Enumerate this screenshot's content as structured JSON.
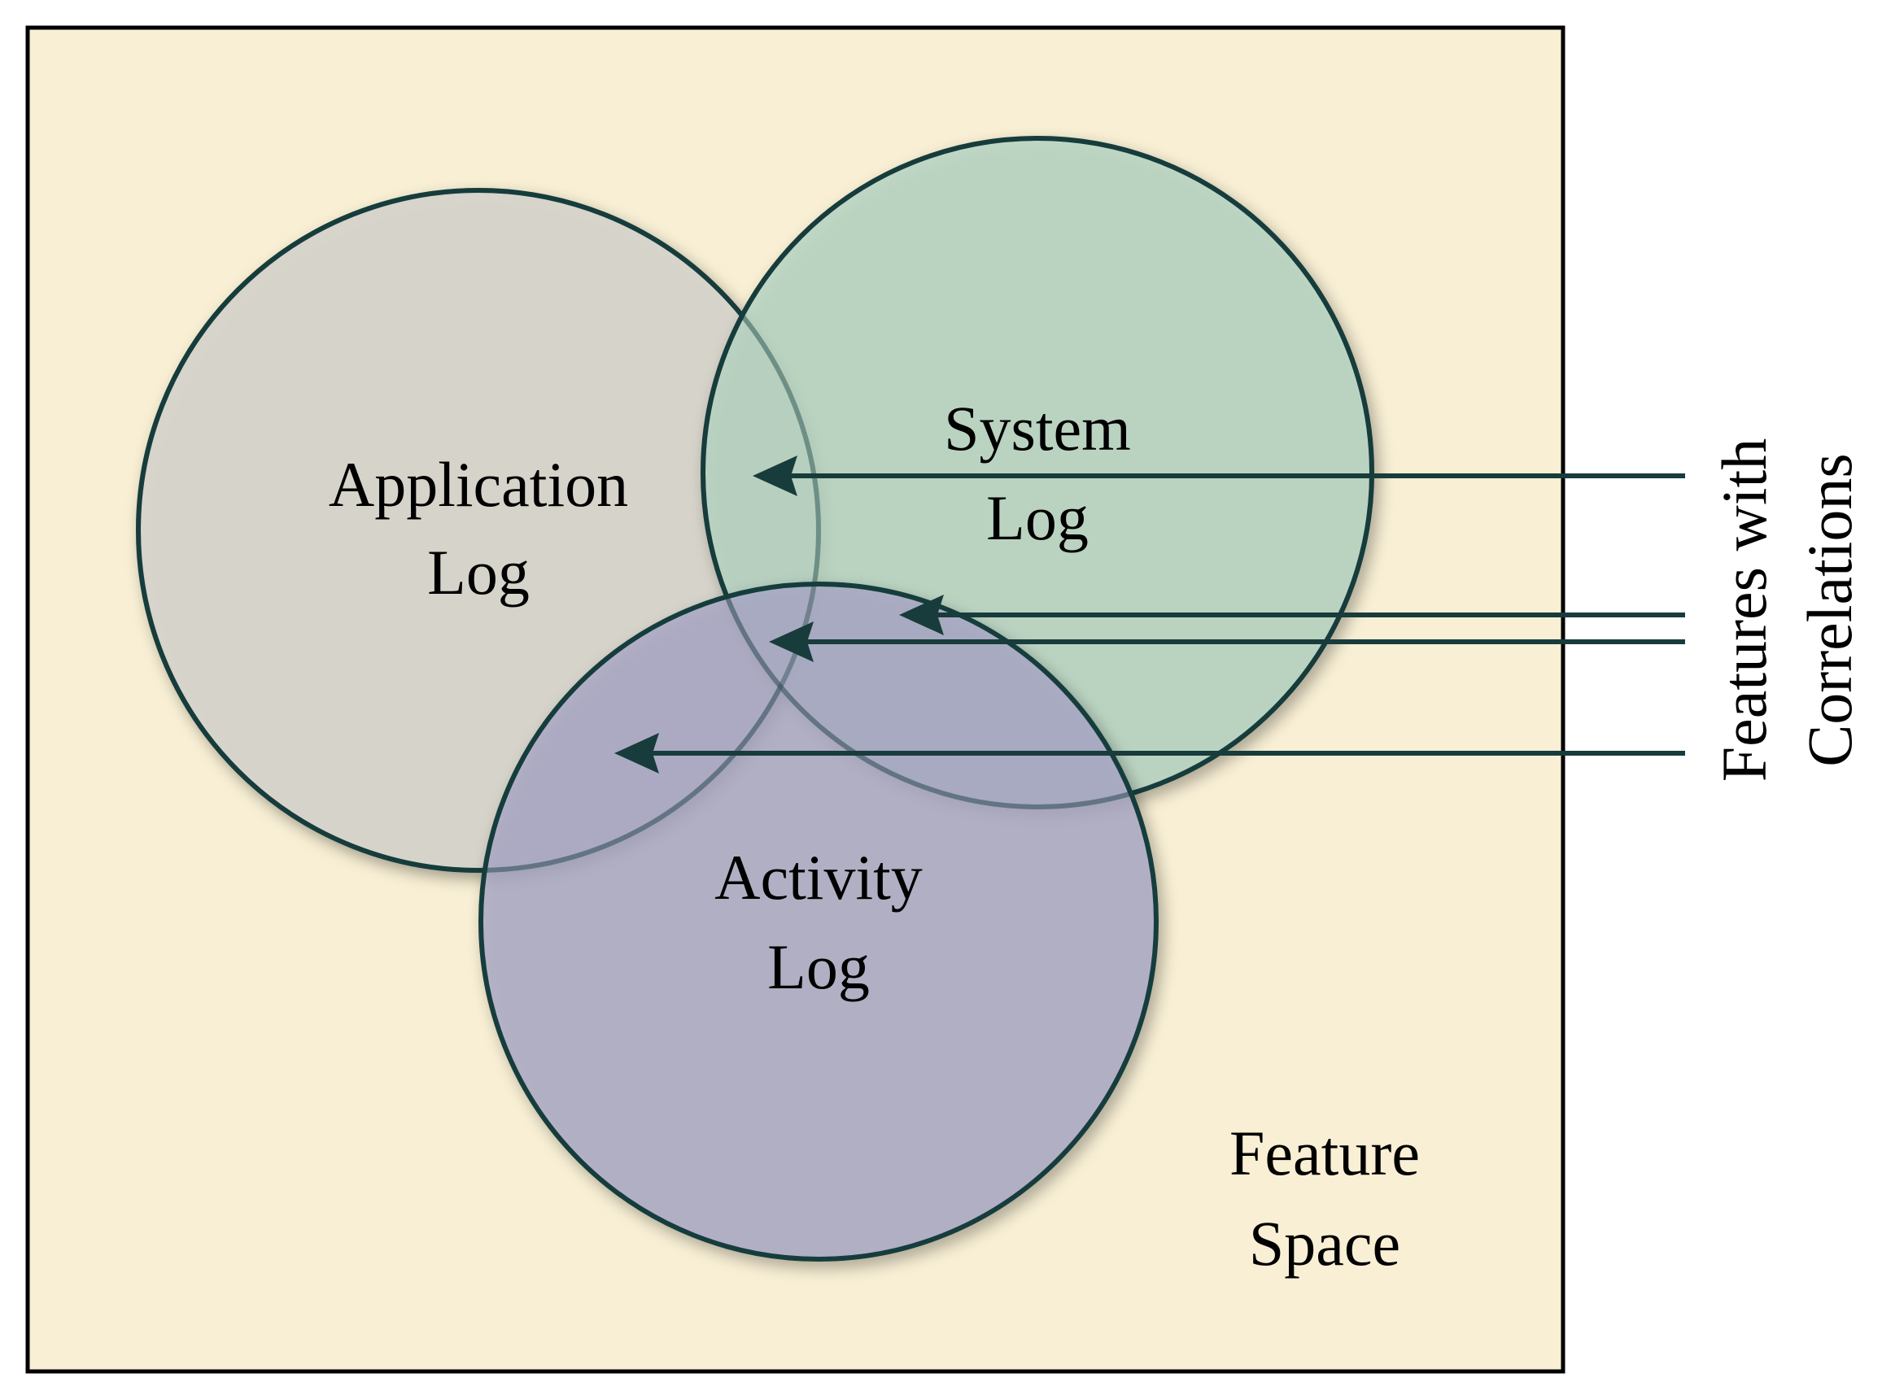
{
  "diagram": {
    "colors": {
      "page_background": "#ffffff",
      "feature_space_fill": "#f8efd4",
      "feature_space_border": "#000000",
      "outline": "#183c3c",
      "application_fill": "#d6d4cb",
      "system_fill": "#bdd7c8",
      "activity_fill": "#b4b2c9",
      "arrow": "#183c3c"
    },
    "feature_space": {
      "label_line1": "Feature",
      "label_line2": "Space"
    },
    "application_log": {
      "label_line1": "Application",
      "label_line2": "Log"
    },
    "system_log": {
      "label_line1": "System",
      "label_line2": "Log"
    },
    "activity_log": {
      "label_line1": "Activity",
      "label_line2": "Log"
    },
    "correlations": {
      "label_line1": "Features with",
      "label_line2": "Correlations"
    }
  }
}
